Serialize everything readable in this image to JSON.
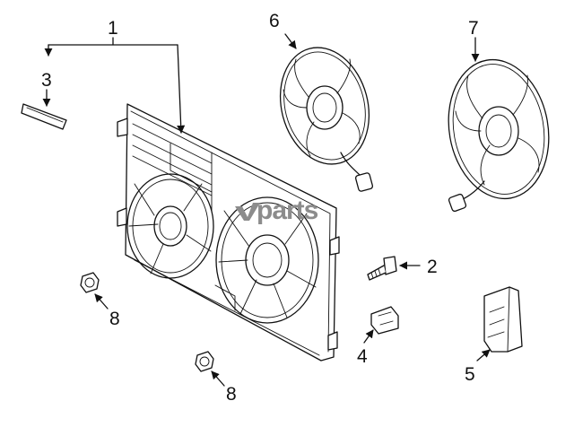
{
  "watermark": "parts",
  "callouts": [
    {
      "id": "1",
      "label": "1"
    },
    {
      "id": "2",
      "label": "2"
    },
    {
      "id": "3",
      "label": "3"
    },
    {
      "id": "4",
      "label": "4"
    },
    {
      "id": "5",
      "label": "5"
    },
    {
      "id": "6",
      "label": "6"
    },
    {
      "id": "7",
      "label": "7"
    },
    {
      "id": "8a",
      "label": "8"
    },
    {
      "id": "8b",
      "label": "8"
    }
  ],
  "colors": {
    "line": "#111111",
    "watermark": "#8c8c8c",
    "background": "#ffffff"
  }
}
